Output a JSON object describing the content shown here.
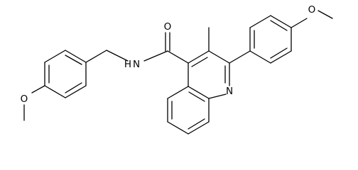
{
  "structure": {
    "atoms": {
      "O_carbonyl": "O",
      "N_amide": "N",
      "H_amide": "H",
      "N_ring": "N",
      "O_methoxy_left": "O",
      "O_methoxy_right": "O"
    }
  },
  "colors": {
    "background": "#ffffff",
    "ink": "#000000"
  }
}
